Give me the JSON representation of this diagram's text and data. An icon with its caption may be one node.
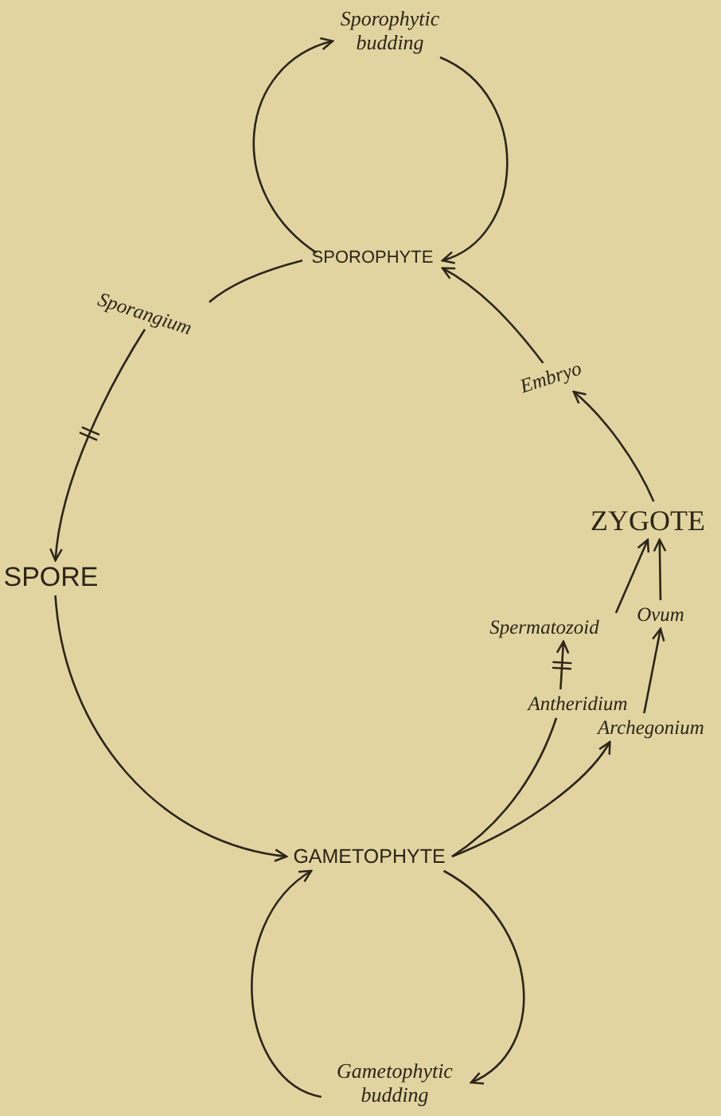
{
  "diagram": {
    "nodes": [
      {
        "text": [
          "Sporophytic budding"
        ]
      },
      {
        "text": [
          "SPOROPHYTE"
        ]
      },
      {
        "text": [
          "Sporangium"
        ]
      },
      {
        "text": [
          "SPORE"
        ]
      },
      {
        "text": [
          "GAMETOPHYTE"
        ]
      },
      {
        "text": [
          "Gametophytic budding"
        ]
      },
      {
        "text": [
          "Embryo"
        ]
      },
      {
        "text": [
          "ZYGOTE"
        ]
      },
      {
        "text": [
          "Spermatozoid"
        ]
      },
      {
        "text": [
          "Ovum"
        ]
      },
      {
        "text": [
          "Antheridium"
        ]
      },
      {
        "text": [
          "Archegonium"
        ]
      }
    ],
    "edges": [
      {
        "from": 1,
        "to": 0,
        "arrow": "to"
      },
      {
        "from": 0,
        "to": 1,
        "arrow": "to"
      },
      {
        "from": 1,
        "to": 2,
        "arrow": "none"
      },
      {
        "from": 2,
        "to": 3,
        "arrow": "to"
      },
      {
        "from": 3,
        "to": 4,
        "arrow": "to"
      },
      {
        "from": 4,
        "to": 5,
        "arrow": "to"
      },
      {
        "from": 5,
        "to": 4,
        "arrow": "to"
      },
      {
        "from": 4,
        "to": 10,
        "arrow": "none"
      },
      {
        "from": 4,
        "to": 11,
        "arrow": "to"
      },
      {
        "from": 10,
        "to": 8,
        "arrow": "to"
      },
      {
        "from": 11,
        "to": 9,
        "arrow": "to"
      },
      {
        "from": 8,
        "to": 7,
        "arrow": "to"
      },
      {
        "from": 9,
        "to": 7,
        "arrow": "to"
      },
      {
        "from": 7,
        "to": 6,
        "arrow": "to"
      },
      {
        "from": 6,
        "to": 1,
        "arrow": "to"
      }
    ]
  }
}
